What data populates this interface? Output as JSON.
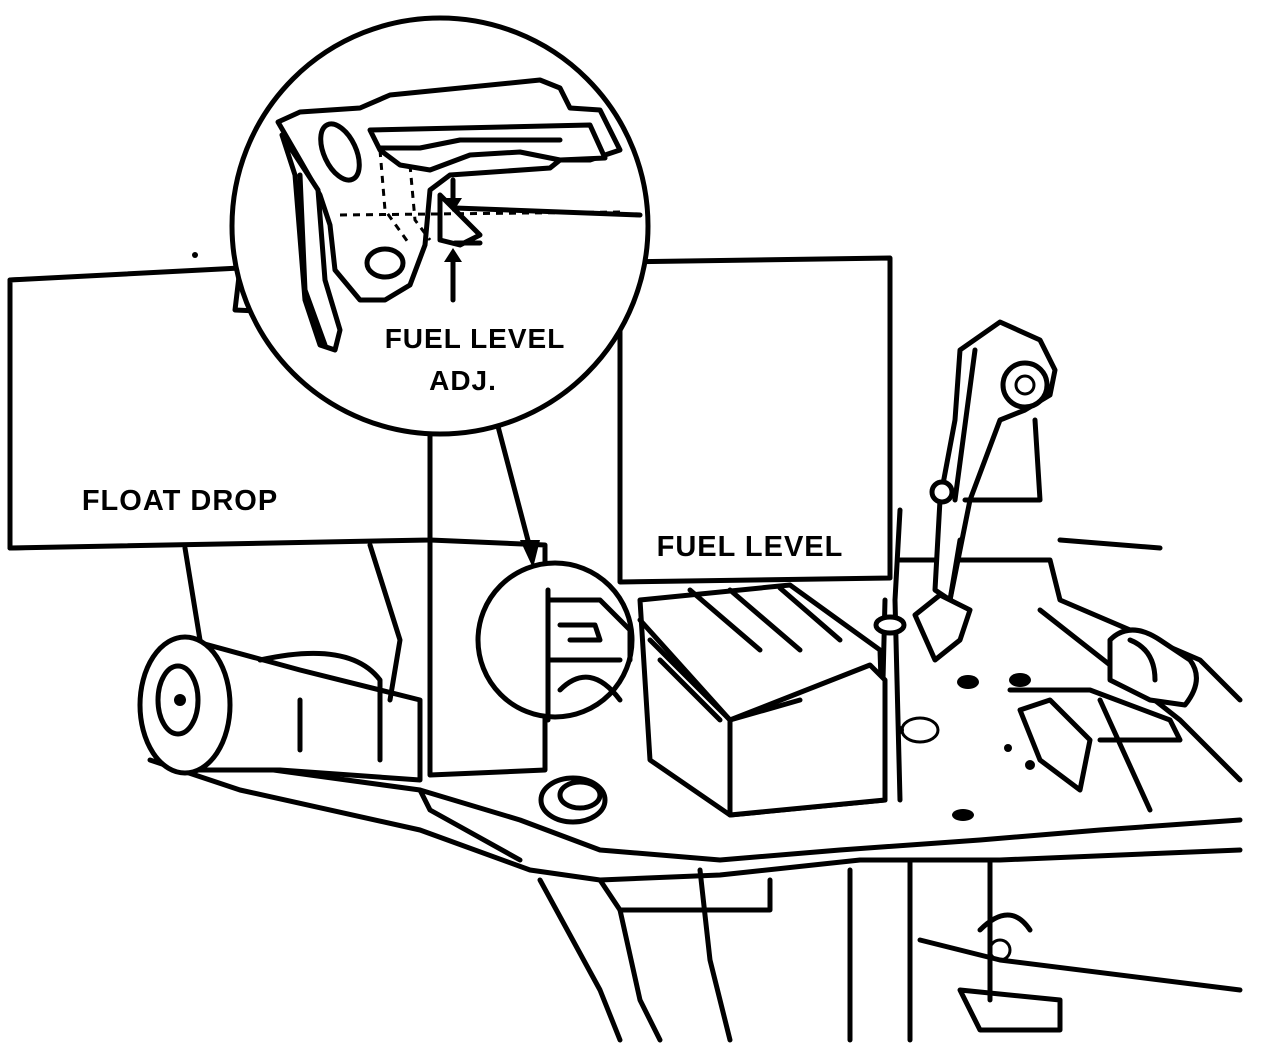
{
  "labels": {
    "float_drop": "FLOAT DROP",
    "fuel_level": "FUEL LEVEL",
    "detail_line1": "FUEL LEVEL",
    "detail_line2": "ADJ."
  }
}
